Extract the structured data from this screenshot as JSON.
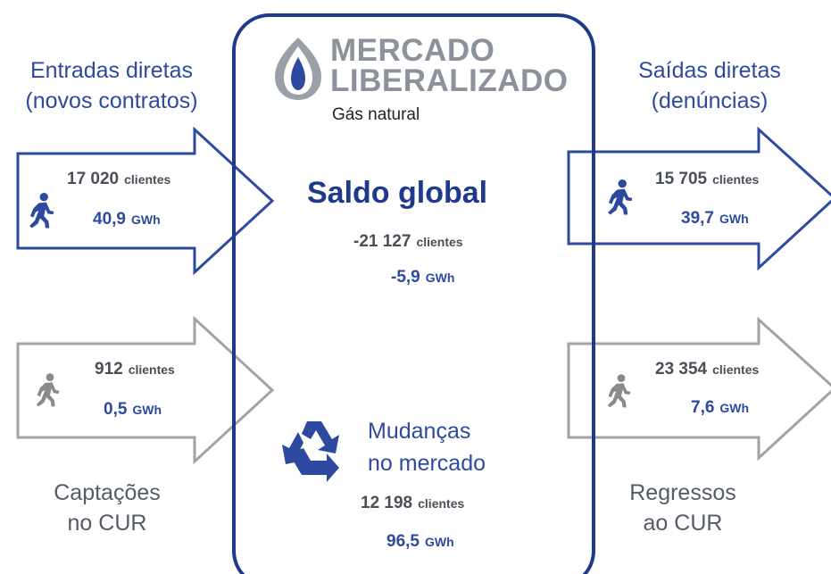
{
  "logo": {
    "line1": "MERCADO",
    "line2": "LIBERALIZADO",
    "subtitle": "Gás natural",
    "icon": "flame-drop-icon"
  },
  "colors": {
    "blue": "#2d4aa0",
    "dark_blue": "#1e3a8a",
    "gray": "#a3a3a3",
    "text_dark": "#4a4f57"
  },
  "entradas": {
    "title_line1": "Entradas diretas",
    "title_line2": "(novos contratos)",
    "clients": "17 020",
    "clients_unit": "clientes",
    "energy": "40,9",
    "energy_unit": "GWh",
    "icon": "walking-person-icon"
  },
  "captacoes": {
    "title_line1": "Captações",
    "title_line2": "no CUR",
    "clients": "912",
    "clients_unit": "clientes",
    "energy": "0,5",
    "energy_unit": "GWh",
    "icon": "walking-person-icon"
  },
  "saidas": {
    "title_line1": "Saídas diretas",
    "title_line2": "(denúncias)",
    "clients": "15 705",
    "clients_unit": "clientes",
    "energy": "39,7",
    "energy_unit": "GWh",
    "icon": "walking-person-icon"
  },
  "regressos": {
    "title_line1": "Regressos",
    "title_line2": "ao CUR",
    "clients": "23 354",
    "clients_unit": "clientes",
    "energy": "7,6",
    "energy_unit": "GWh",
    "icon": "walking-person-icon"
  },
  "saldo": {
    "title": "Saldo global",
    "clients": "-21 127",
    "clients_unit": "clientes",
    "energy": "-5,9",
    "energy_unit": "GWh"
  },
  "mudancas": {
    "title_line1": "Mudanças",
    "title_line2": "no mercado",
    "clients": "12 198",
    "clients_unit": "clientes",
    "energy": "96,5",
    "energy_unit": "GWh",
    "icon": "recycle-icon"
  }
}
